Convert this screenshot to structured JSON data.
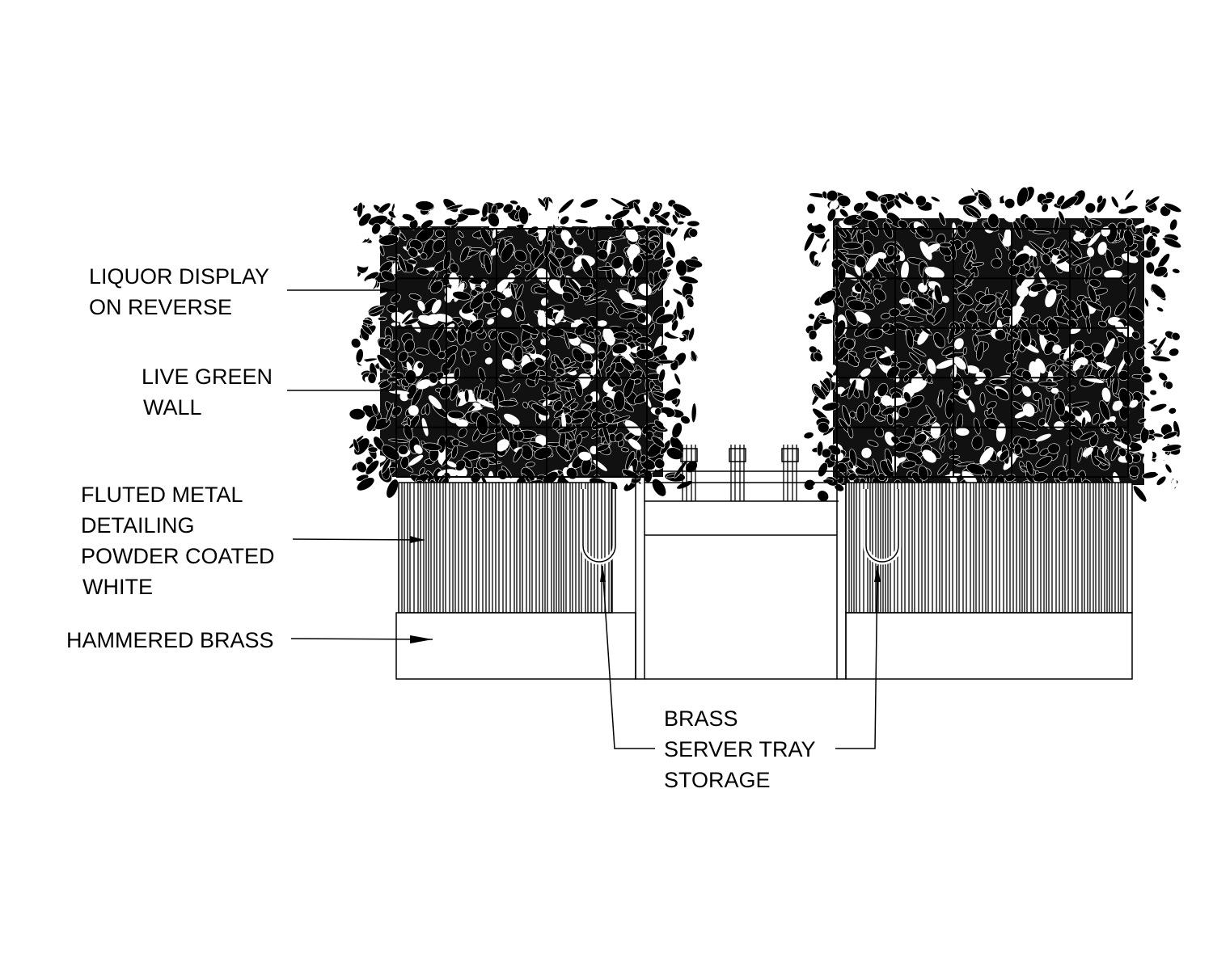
{
  "labels": {
    "liquor_display": [
      "LIQUOR DISPLAY",
      "ON REVERSE"
    ],
    "green_wall": [
      "LIVE GREEN",
      "WALL"
    ],
    "fluted_metal": [
      "FLUTED METAL",
      "DETAILING",
      "POWDER COATED",
      "WHITE"
    ],
    "hammered_brass": [
      "HAMMERED BRASS"
    ],
    "server_tray": [
      "BRASS",
      "SERVER TRAY",
      "STORAGE"
    ]
  },
  "colors": {
    "ink": "#000000",
    "paper": "#ffffff"
  }
}
